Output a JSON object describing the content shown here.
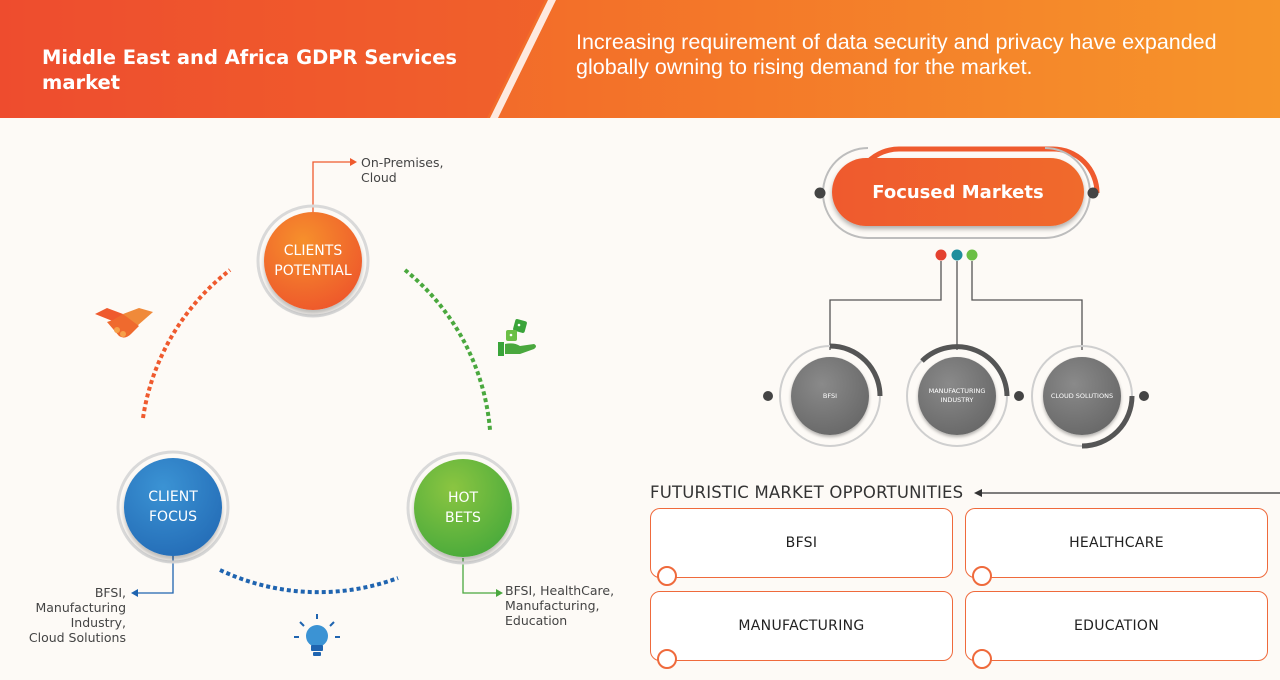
{
  "header": {
    "title": "Middle East and Africa GDPR Services market",
    "description": "Increasing requirement of data security and privacy have expanded globally owning to rising demand for the market."
  },
  "cycle": {
    "clients_potential": {
      "label_line1": "CLIENTS",
      "label_line2": "POTENTIAL",
      "note_line1": "On-Premises,",
      "note_line2": "Cloud"
    },
    "client_focus": {
      "label_line1": "CLIENT",
      "label_line2": "FOCUS",
      "note_line1": "BFSI,",
      "note_line2": "Manufacturing",
      "note_line3": "Industry,",
      "note_line4": "Cloud Solutions"
    },
    "hot_bets": {
      "label_line1": "HOT",
      "label_line2": "BETS",
      "note_line1": "BFSI, HealthCare,",
      "note_line2": "Manufacturing,",
      "note_line3": "Education"
    }
  },
  "focused_markets": {
    "title": "Focused Markets",
    "markets": [
      {
        "line1": "BFSI",
        "line2": ""
      },
      {
        "line1": "MANUFACTURING",
        "line2": "INDUSTRY"
      },
      {
        "line1": "CLOUD SOLUTIONS",
        "line2": ""
      }
    ]
  },
  "futuristic": {
    "title": "FUTURISTIC MARKET OPPORTUNITIES",
    "items": [
      "BFSI",
      "HEALTHCARE",
      "MANUFACTURING",
      "EDUCATION"
    ]
  },
  "colors": {
    "orange": "#ef5a2e",
    "blue": "#1f64b0",
    "green": "#3aa43a",
    "gray": "#5f5f5f"
  },
  "icons": [
    "handshake-icon",
    "money-hand-icon",
    "lightbulb-icon"
  ]
}
